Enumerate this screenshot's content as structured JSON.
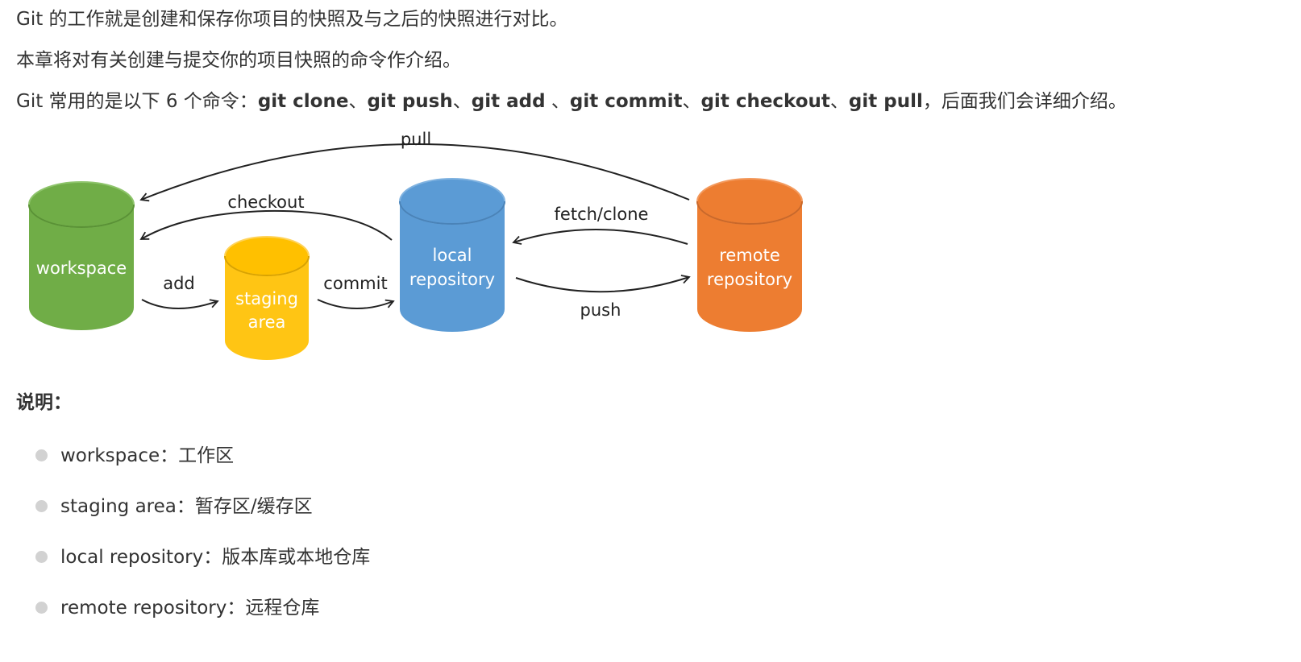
{
  "intro": {
    "p1": "Git 的工作就是创建和保存你项目的快照及与之后的快照进行对比。",
    "p2": "本章将对有关创建与提交你的项目快照的命令作介绍。",
    "p3": {
      "prefix": "Git 常用的是以下 6 个命令：",
      "commands": [
        {
          "name": "git clone",
          "sep": "、"
        },
        {
          "name": "git push",
          "sep": "、"
        },
        {
          "name": "git add",
          "sep": " 、"
        },
        {
          "name": "git commit",
          "sep": "、"
        },
        {
          "name": "git checkout",
          "sep": "、"
        },
        {
          "name": "git pull",
          "sep": ""
        }
      ],
      "suffix": "，后面我们会详细介绍。"
    }
  },
  "diagram": {
    "nodes": [
      {
        "id": "workspace",
        "lines": [
          "workspace"
        ],
        "color": "#70AD47"
      },
      {
        "id": "staging",
        "lines": [
          "staging",
          "area"
        ],
        "color": "#FFC000"
      },
      {
        "id": "local",
        "lines": [
          "local",
          "repository"
        ],
        "color": "#5B9BD5"
      },
      {
        "id": "remote",
        "lines": [
          "remote",
          "repository"
        ],
        "color": "#ED7D31"
      }
    ],
    "edges": [
      {
        "id": "pull",
        "label": "pull"
      },
      {
        "id": "checkout",
        "label": "checkout"
      },
      {
        "id": "fetch",
        "label": "fetch/clone"
      },
      {
        "id": "add",
        "label": "add"
      },
      {
        "id": "commit",
        "label": "commit"
      },
      {
        "id": "push",
        "label": "push"
      }
    ]
  },
  "notes": {
    "title": "说明：",
    "items": [
      {
        "text": "workspace：工作区"
      },
      {
        "text": "staging area：暂存区/缓存区"
      },
      {
        "text": "local repository：版本库或本地仓库"
      },
      {
        "text": "remote repository：远程仓库"
      }
    ]
  }
}
